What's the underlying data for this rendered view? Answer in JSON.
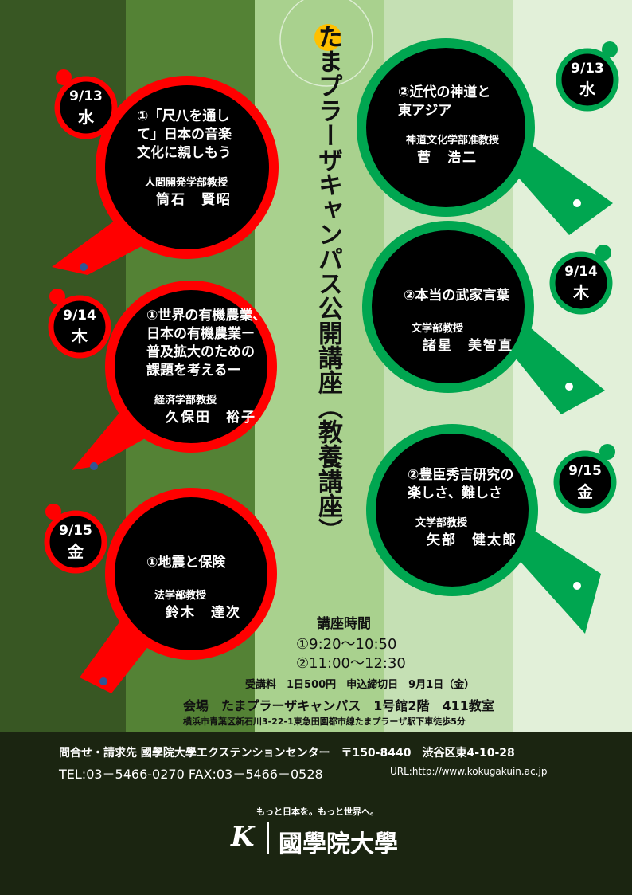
{
  "title": {
    "highlight": "たま",
    "rest": "プラーザキャンパス公開講座（教養講座）"
  },
  "lectures": [
    {
      "date": "9/13",
      "day": "水",
      "title": [
        "①「尺八を通し",
        "て」日本の音楽",
        "文化に親しもう"
      ],
      "role": "人間開発学部教授",
      "name": "筒石　賢昭"
    },
    {
      "date": "9/14",
      "day": "木",
      "title": [
        "①世界の有機農業、",
        "日本の有機農業ー",
        "普及拡大のための",
        "課題を考えるー"
      ],
      "role": "経済学部教授",
      "name": "久保田　裕子"
    },
    {
      "date": "9/15",
      "day": "金",
      "title": [
        "①地震と保険"
      ],
      "role": "法学部教授",
      "name": "鈴木　達次"
    },
    {
      "date": "9/13",
      "day": "水",
      "title": [
        "②近代の神道と",
        "東アジア"
      ],
      "role": "神道文化学部准教授",
      "name": "菅　浩二"
    },
    {
      "date": "9/14",
      "day": "木",
      "title": [
        "②本当の武家言葉"
      ],
      "role": "文学部教授",
      "name": "諸星　美智直"
    },
    {
      "date": "9/15",
      "day": "金",
      "title": [
        "②豊臣秀吉研究の",
        "楽しさ、難しさ"
      ],
      "role": "文学部教授",
      "name": "矢部　健太郎"
    }
  ],
  "schedule": {
    "heading": "講座時間",
    "slot1": "①9:20～10:50",
    "slot2": "②11:00～12:30"
  },
  "fee": "受講料　1日500円　申込締切日　9月1日（金）",
  "venue": "会場　たまプラーザキャンパス　1号館2階　411教室",
  "address": "横浜市青葉区新石川3-22-1東急田園都市線たまプラーザ駅下車徒歩5分",
  "contact": {
    "line1": "問合せ・請求先 國學院大學エクステンションセンター　〒150-8440　渋谷区東4-10-28",
    "tel": "TEL:03－5466-0270 FAX:03－5466－0528",
    "url": "URL:http://www.kokugakuin.ac.jp"
  },
  "slogan": "もっと日本を。もっと世界へ。",
  "logo": {
    "mark": "K",
    "name": "國學院大學"
  },
  "colors": {
    "red": "#ff0000",
    "green": "#00a650"
  }
}
